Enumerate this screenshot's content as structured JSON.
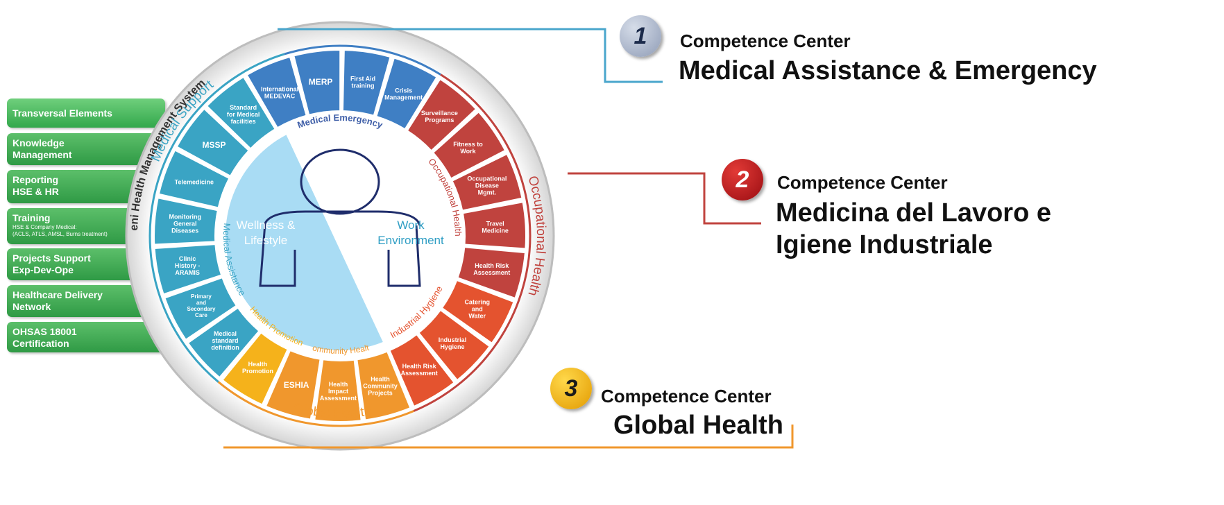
{
  "sidebar": {
    "items": [
      {
        "label": "Transversal Elements",
        "sub": ""
      },
      {
        "label": "Knowledge|Management",
        "sub": ""
      },
      {
        "label": "Reporting|HSE & HR",
        "sub": ""
      },
      {
        "label": "Training",
        "sub": "HSE & Company Medical:|(ACLS, ATLS, AMSL, Burns treatment)"
      },
      {
        "label": "Projects Support|Exp-Dev-Ope",
        "sub": ""
      },
      {
        "label": "Healthcare  Delivery| Network",
        "sub": ""
      },
      {
        "label": "OHSAS 18001|Certification",
        "sub": ""
      }
    ]
  },
  "wheel": {
    "ring_label": "eni Health Management System",
    "arcs": {
      "medical_support": "Medical Support",
      "occupational_health": "Occupational Health",
      "global_health": "Global Health"
    },
    "inner_labels": {
      "medical_emergency": "Medical Emergency",
      "medical_assistance": "Medical Assistance",
      "occupational_health": "Occupational Health",
      "industrial_hygiene": "Industrial Hygiene",
      "health_promotion": "Health Promotion",
      "community_health": "Community Health"
    },
    "segments": [
      {
        "label": "MERP",
        "group": "blue"
      },
      {
        "label": "First Aid|training",
        "group": "blue"
      },
      {
        "label": "Crisis|Management",
        "group": "blue"
      },
      {
        "label": "Surveillance|Programs",
        "group": "red"
      },
      {
        "label": "Fitness  to|Work",
        "group": "red"
      },
      {
        "label": "Occupational|Disease|Mgmt.",
        "group": "red"
      },
      {
        "label": "Travel|Medicine",
        "group": "red"
      },
      {
        "label": "Health Risk|Assessment",
        "group": "red"
      },
      {
        "label": "Catering|and|Water",
        "group": "orange"
      },
      {
        "label": "Industrial|Hygiene",
        "group": "orange"
      },
      {
        "label": "Health Risk|Assessment",
        "group": "orange"
      },
      {
        "label": "Health|Community|Projects",
        "group": "amber"
      },
      {
        "label": "Health|Impact|Assessment",
        "group": "amber"
      },
      {
        "label": "ESHIA",
        "group": "amber"
      },
      {
        "label": "Health|Promotion",
        "group": "yellow"
      },
      {
        "label": "Medical|standard|definition",
        "group": "teal"
      },
      {
        "label": "Primary|and|Secondary|Care",
        "group": "teal"
      },
      {
        "label": "Clinic|History -|ARAMIS",
        "group": "teal"
      },
      {
        "label": "Monitoring|General|Diseases",
        "group": "teal"
      },
      {
        "label": "Telemedicine",
        "group": "teal"
      },
      {
        "label": "MSSP",
        "group": "teal"
      },
      {
        "label": "Standard|for Medical|facilities",
        "group": "teal"
      },
      {
        "label": "International|MEDEVAC",
        "group": "blue"
      }
    ],
    "center": {
      "left": "Wellness &|Lifestyle",
      "right": "Work|Environment"
    }
  },
  "competence": [
    {
      "number": "1",
      "kicker": "Competence Center",
      "title": "Medical Assistance & Emergency",
      "color": "#a7b4cc"
    },
    {
      "number": "2",
      "kicker": "Competence Center",
      "title": "Medicina del Lavoro e|Igiene Industriale",
      "color": "#c0141b"
    },
    {
      "number": "3",
      "kicker": "Competence Center",
      "title": "Global Health",
      "color": "#f2b705"
    }
  ],
  "colors": {
    "blue": "#3f7fc4",
    "teal": "#3aa4c4",
    "red": "#c0433e",
    "orange": "#e4532f",
    "amber": "#f0972d",
    "yellow": "#f5b21b",
    "sidebar_green": "#3aa64f",
    "light_blue": "#a9dcf4"
  }
}
